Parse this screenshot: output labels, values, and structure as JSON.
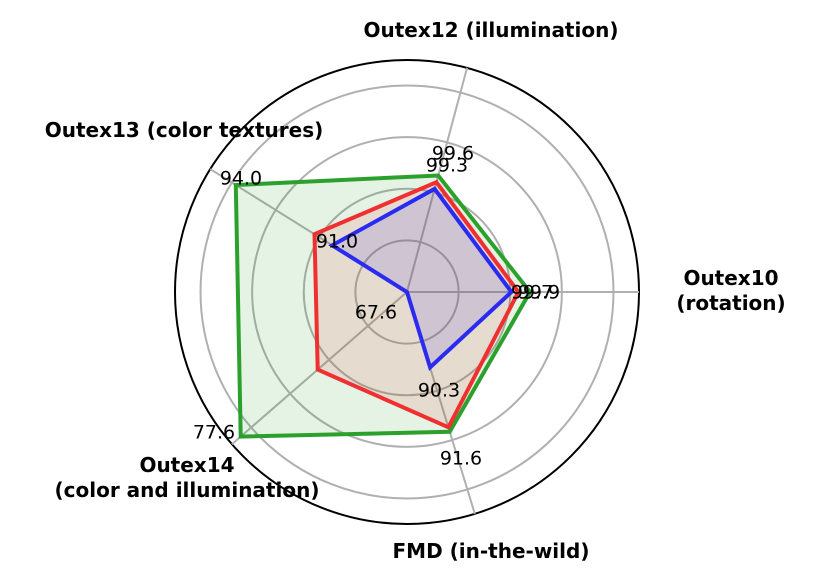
{
  "chart_data": {
    "type": "radar",
    "title": "",
    "axes": [
      {
        "label_lines": [
          "Outex10",
          "(rotation)"
        ]
      },
      {
        "label_lines": [
          "Outex12 (illumination)"
        ]
      },
      {
        "label_lines": [
          "Outex13 (color textures)"
        ]
      },
      {
        "label_lines": [
          "Outex14",
          "(color and illumination)"
        ]
      },
      {
        "label_lines": [
          "FMD (in-the-wild)"
        ]
      }
    ],
    "ring_count": 4,
    "grid": true,
    "value_labels": [
      "99.9",
      "99.6",
      "94.0",
      "77.6",
      "91.6"
    ],
    "inner_labels": [
      "99.7",
      "99.3",
      "91.0",
      "67.6",
      "90.3"
    ],
    "normalized_scale": {
      "min": 0,
      "max": 1
    },
    "series": [
      {
        "color": "#2ca02c",
        "fill": "#2ca02c",
        "fill_opacity": 0.12,
        "values": [
          0.53,
          0.52,
          0.87,
          0.95,
          0.63
        ]
      },
      {
        "color": "#f03030",
        "fill": "#f03030",
        "fill_opacity": 0.12,
        "values": [
          0.48,
          0.49,
          0.47,
          0.51,
          0.61
        ]
      },
      {
        "color": "#2a2af0",
        "fill": "#2a2af0",
        "fill_opacity": 0.12,
        "values": [
          0.45,
          0.46,
          0.38,
          0.0,
          0.34
        ]
      }
    ]
  }
}
